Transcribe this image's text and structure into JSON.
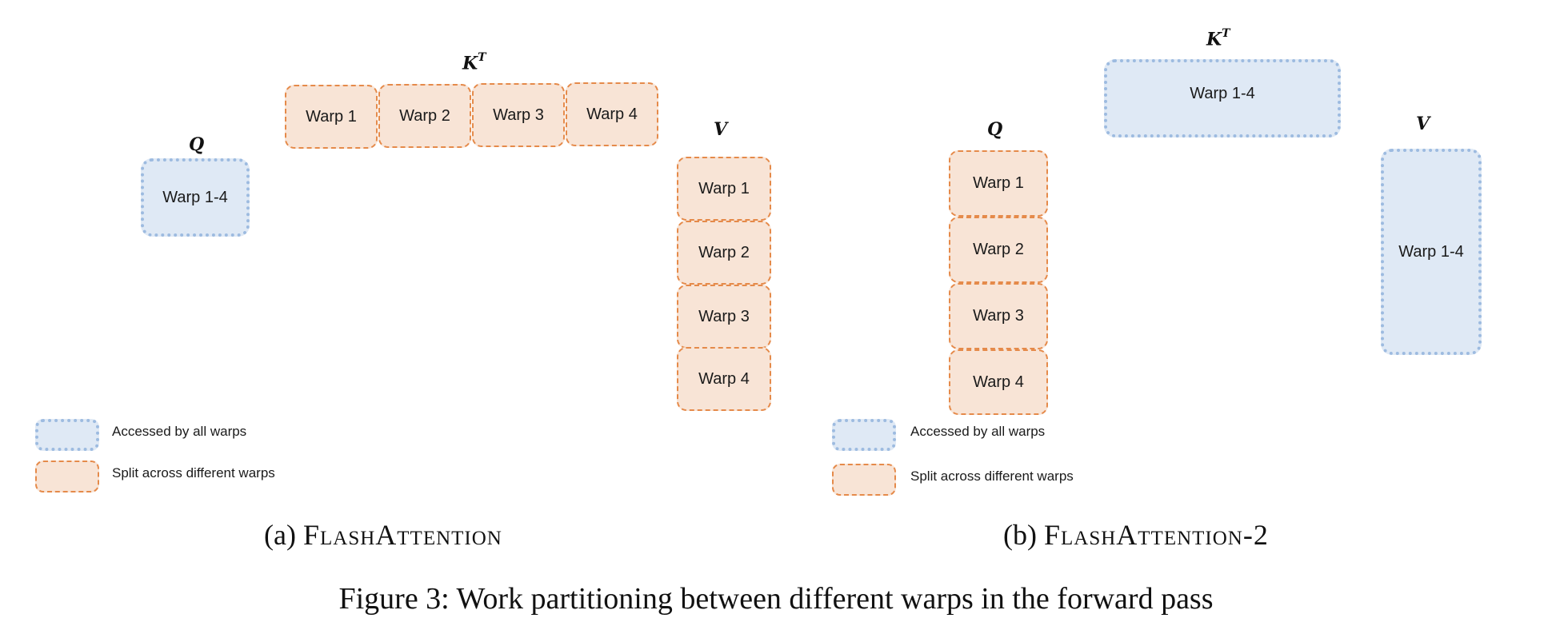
{
  "panel_a": {
    "q_label": "Q",
    "k_label": "K",
    "k_sup": "T",
    "v_label": "V",
    "q_block": "Warp 1-4",
    "k_blocks": [
      "Warp 1",
      "Warp 2",
      "Warp 3",
      "Warp 4"
    ],
    "v_blocks": [
      "Warp 1",
      "Warp 2",
      "Warp 3",
      "Warp 4"
    ],
    "legend": {
      "shared": "Accessed by all warps",
      "split": "Split across different warps"
    },
    "subcaption_prefix": "(a)",
    "subcaption_name": "FlashAttention"
  },
  "panel_b": {
    "q_label": "Q",
    "k_label": "K",
    "k_sup": "T",
    "v_label": "V",
    "q_blocks": [
      "Warp 1",
      "Warp 2",
      "Warp 3",
      "Warp 4"
    ],
    "k_block": "Warp 1-4",
    "v_block": "Warp 1-4",
    "legend": {
      "shared": "Accessed by all warps",
      "split": "Split across different warps"
    },
    "subcaption_prefix": "(b)",
    "subcaption_name": "FlashAttention-2"
  },
  "caption": "Figure 3: Work partitioning between different warps in the forward pass",
  "colors": {
    "shared_fill": "#dfe9f5",
    "shared_border": "#9dbbe0",
    "split_fill": "#f8e4d6",
    "split_border": "#e58a4a"
  }
}
